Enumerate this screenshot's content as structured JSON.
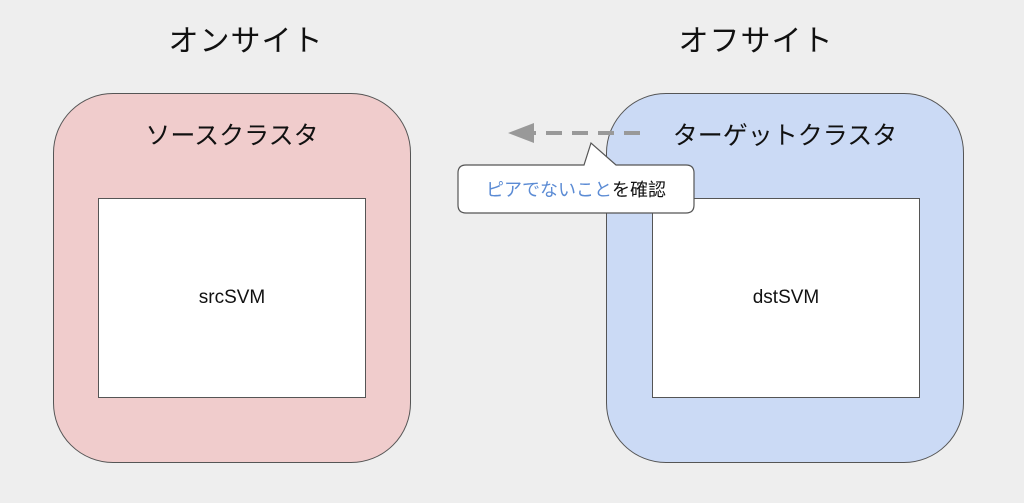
{
  "titles": {
    "onsite": "オンサイト",
    "offsite": "オフサイト"
  },
  "clusters": {
    "source": {
      "label": "ソースクラスタ",
      "svm": "srcSVM",
      "fill": "#f0cccc"
    },
    "target": {
      "label": "ターゲットクラスタ",
      "svm": "dstSVM",
      "fill": "#cbdaf5"
    }
  },
  "callout": {
    "highlight_text": "ピアでないこと",
    "rest_text": "を確認",
    "highlight_color": "#5b8bd4"
  },
  "arrow": {
    "style": "dashed",
    "direction": "left",
    "color": "#999999"
  }
}
